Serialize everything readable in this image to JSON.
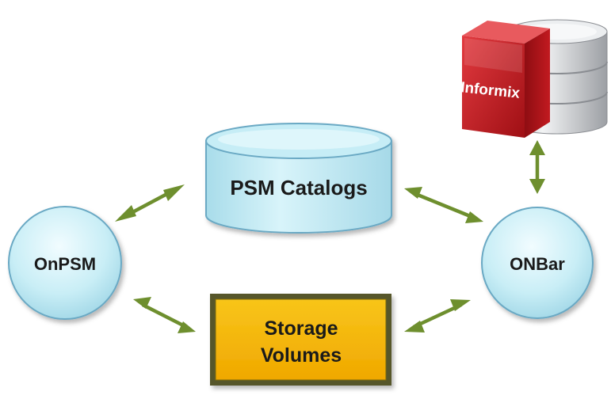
{
  "nodes": {
    "catalogs": {
      "label": "PSM Catalogs"
    },
    "onpsm": {
      "label": "OnPSM"
    },
    "onbar": {
      "label": "ONBar"
    },
    "storage": {
      "line1": "Storage",
      "line2": "Volumes"
    },
    "informix": {
      "label": "Informix"
    }
  },
  "colors": {
    "node_fill": "#c9eef6",
    "node_stroke": "#6aa9c4",
    "storage_fill": "#f5b400",
    "storage_stroke": "#6f6f2a",
    "arrow": "#6e8f2e",
    "informix_red": "#c8161d",
    "db_silver": "#d7d9dc"
  }
}
